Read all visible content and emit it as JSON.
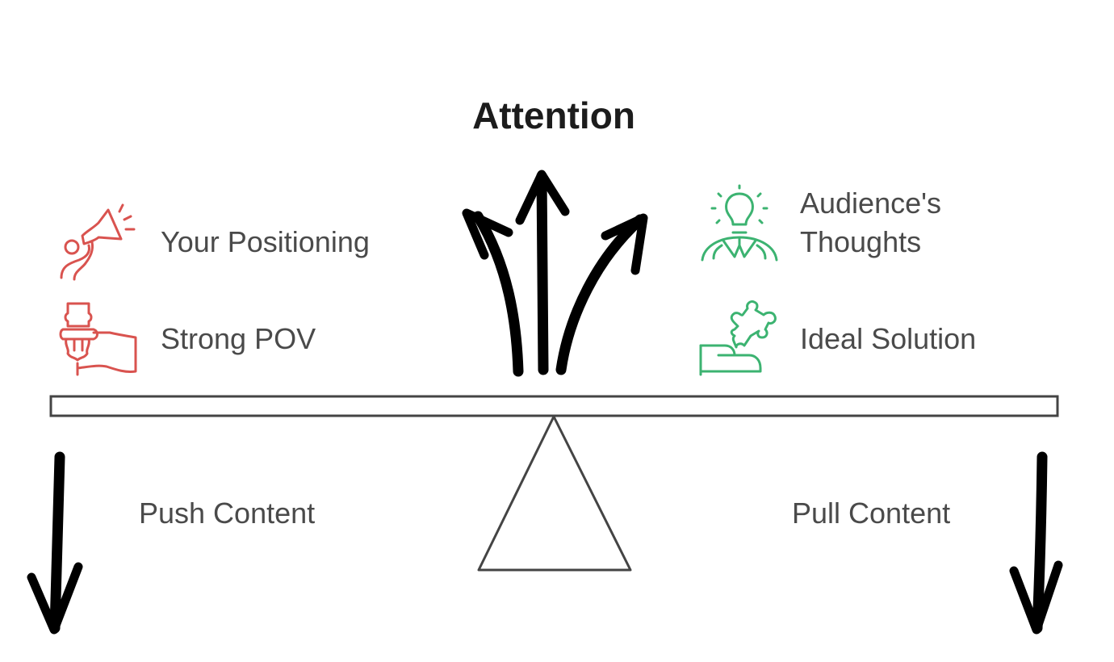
{
  "diagram": {
    "title": "Attention",
    "left_side": {
      "color": "#d9534f",
      "items": [
        {
          "label": "Your Positioning",
          "icon": "megaphone-person-icon"
        },
        {
          "label": "Strong POV",
          "icon": "hand-holding-microphone-icon"
        }
      ],
      "bottom_label": "Push Content"
    },
    "right_side": {
      "color": "#3cb371",
      "items": [
        {
          "label": "Audience's Thoughts",
          "label_lines": [
            "Audience's",
            "Thoughts"
          ],
          "icon": "lightbulb-person-icon"
        },
        {
          "label": "Ideal Solution",
          "icon": "hand-holding-puzzle-icon"
        }
      ],
      "bottom_label": "Pull Content"
    },
    "colors": {
      "arrow": "#000000",
      "beam": "#444444",
      "text": "#4a4a4a",
      "title": "#1c1c1c"
    }
  }
}
